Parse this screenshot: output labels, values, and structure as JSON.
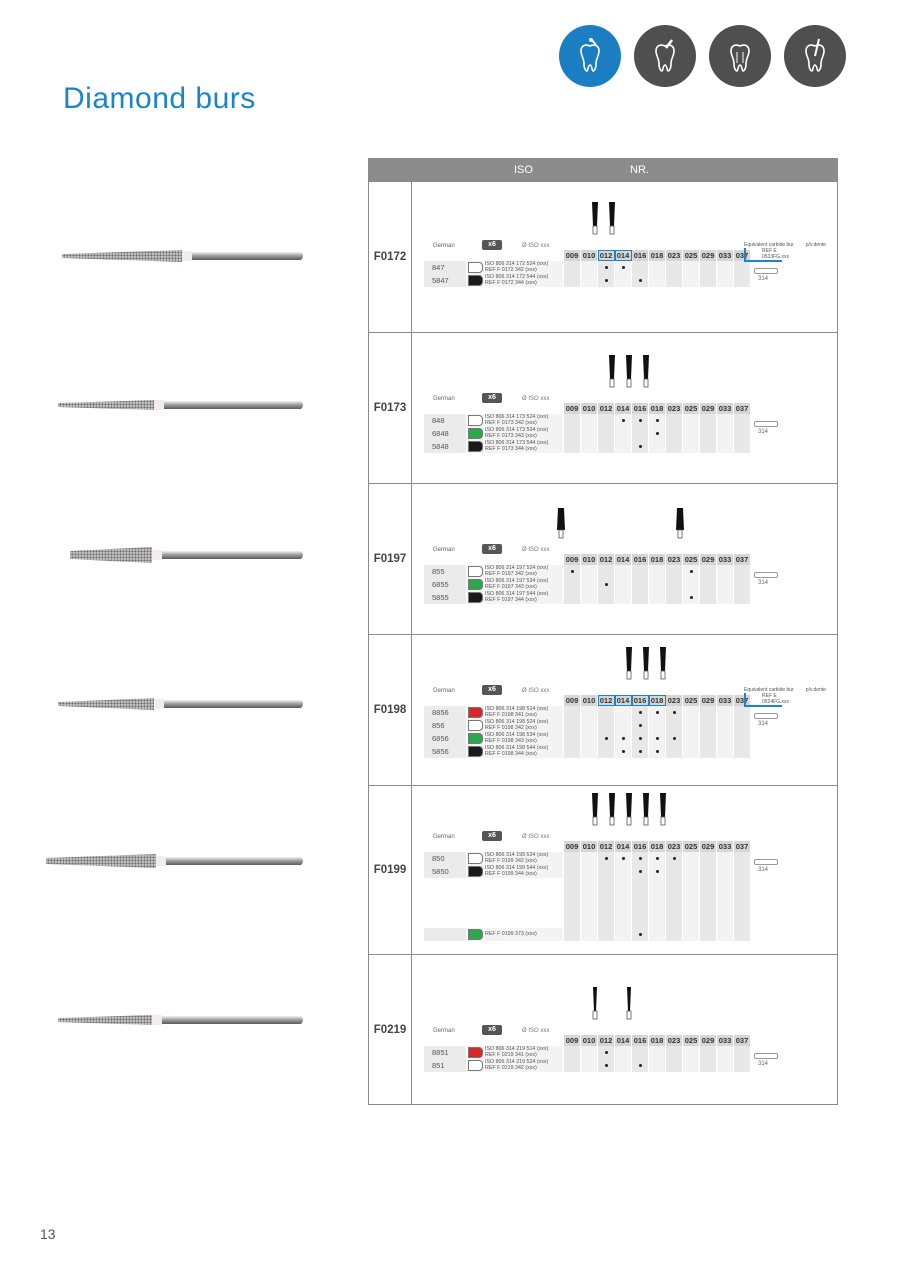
{
  "page": {
    "title": "Diamond burs",
    "page_number": "13"
  },
  "category_icons": [
    {
      "icon": "tooth-drill-icon",
      "active": true
    },
    {
      "icon": "tooth-crown-prep-icon",
      "active": false
    },
    {
      "icon": "tooth-root-icon",
      "active": false
    },
    {
      "icon": "tooth-endo-icon",
      "active": false
    }
  ],
  "table": {
    "header_iso": "ISO",
    "header_nr": "NR.",
    "sizes": [
      "009",
      "010",
      "012",
      "014",
      "016",
      "018",
      "023",
      "025",
      "029",
      "033",
      "037"
    ],
    "german_label": "German",
    "pack_label": "x6",
    "diameter_label": "Ø ISO xxx",
    "shank_label": "314",
    "rows": [
      {
        "code": "F0172",
        "highlight": [
          "012",
          "014"
        ],
        "equivalent": "Equivalent carbide bur",
        "equivalent_ref": "REF E 0533FG.xxx",
        "price_label": "p/v.dente",
        "items": [
          {
            "german": "847",
            "color": "white",
            "iso": "ISO 806 314 172 524 (xxx)",
            "ref": "REF F 0172 342 (xxx)",
            "dots": [
              "012",
              "014"
            ]
          },
          {
            "german": "5847",
            "color": "black",
            "iso": "ISO 806 314 172 544 (xxx)",
            "ref": "REF F 0172 344 (xxx)",
            "dots": [
              "012",
              "016"
            ]
          }
        ]
      },
      {
        "code": "F0173",
        "highlight": [],
        "items": [
          {
            "german": "848",
            "color": "white",
            "iso": "ISO 806 314 173 524 (xxx)",
            "ref": "REF F 0173 342 (xxx)",
            "dots": [
              "014",
              "016",
              "018"
            ]
          },
          {
            "german": "6848",
            "color": "green",
            "iso": "ISO 806 314 173 534 (xxx)",
            "ref": "REF F 0173 343 (xxx)",
            "dots": [
              "018"
            ]
          },
          {
            "german": "5848",
            "color": "black",
            "iso": "ISO 806 314 173 544 (xxx)",
            "ref": "REF F 0173 344 (xxx)",
            "dots": [
              "016"
            ]
          }
        ]
      },
      {
        "code": "F0197",
        "highlight": [],
        "items": [
          {
            "german": "855",
            "color": "white",
            "iso": "ISO 806 314 197 524 (xxx)",
            "ref": "REF F 0197 342 (xxx)",
            "dots": [
              "009",
              "025"
            ]
          },
          {
            "german": "6855",
            "color": "green",
            "iso": "ISO 806 314 197 534 (xxx)",
            "ref": "REF F 0197 343 (xxx)",
            "dots": [
              "012"
            ]
          },
          {
            "german": "5855",
            "color": "black",
            "iso": "ISO 806 314 197 544 (xxx)",
            "ref": "REF F 0197 344 (xxx)",
            "dots": [
              "025"
            ]
          }
        ]
      },
      {
        "code": "F0198",
        "highlight": [
          "012",
          "014",
          "016",
          "018"
        ],
        "equivalent": "Equivalent carbide bur",
        "equivalent_ref": "REF E 0524FG.xxx",
        "price_label": "p/v.dente",
        "items": [
          {
            "german": "8856",
            "color": "red",
            "iso": "ISO 806 314 198 514 (xxx)",
            "ref": "REF F 0198 341 (xxx)",
            "dots": [
              "016",
              "018",
              "023"
            ]
          },
          {
            "german": "856",
            "color": "white",
            "iso": "ISO 806 314 198 524 (xxx)",
            "ref": "REF F 0198 342 (xxx)",
            "dots": [
              "016"
            ]
          },
          {
            "german": "6856",
            "color": "green",
            "iso": "ISO 806 314 198 534 (xxx)",
            "ref": "REF F 0198 343 (xxx)",
            "dots": [
              "012",
              "014",
              "016",
              "018",
              "023"
            ]
          },
          {
            "german": "5856",
            "color": "black",
            "iso": "ISO 806 314 198 544 (xxx)",
            "ref": "REF F 0198 344 (xxx)",
            "dots": [
              "014",
              "016",
              "018"
            ]
          }
        ]
      },
      {
        "code": "F0199",
        "highlight": [],
        "items": [
          {
            "german": "850",
            "color": "white",
            "iso": "ISO 806 314 199 524 (xxx)",
            "ref": "REF F 0199 342 (xxx)",
            "dots": [
              "012",
              "014",
              "016",
              "018",
              "023"
            ]
          },
          {
            "german": "5850",
            "color": "black",
            "iso": "ISO 806 314 199 544 (xxx)",
            "ref": "REF F 0199 344 (xxx)",
            "dots": [
              "016",
              "018"
            ]
          },
          {
            "german": "",
            "color": "green",
            "iso": "",
            "ref": "REF F 0199 373 (xxx)",
            "dots": [
              "016"
            ],
            "spaced": true
          }
        ]
      },
      {
        "code": "F0219",
        "highlight": [],
        "items": [
          {
            "german": "8851",
            "color": "red",
            "iso": "ISO 806 314 219 514 (xxx)",
            "ref": "REF F 0219 341 (xxx)",
            "dots": [
              "012"
            ]
          },
          {
            "german": "851",
            "color": "white",
            "iso": "ISO 806 314 219 524 (xxx)",
            "ref": "REF F 0219 342 (xxx)",
            "dots": [
              "012",
              "016"
            ]
          }
        ]
      }
    ]
  },
  "colors": {
    "accent": "#1a86c8",
    "green": "#2aa84a",
    "red": "#d8262b",
    "black": "#1a1a1a",
    "white": "#ffffff"
  }
}
